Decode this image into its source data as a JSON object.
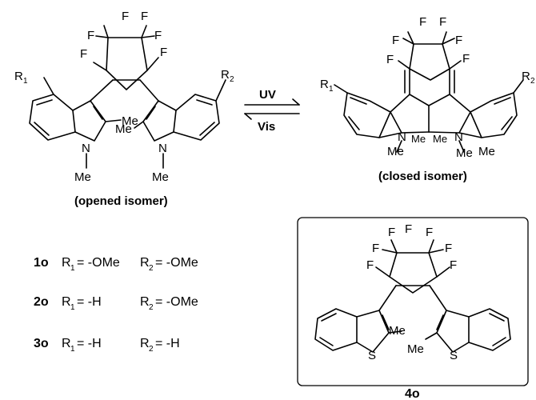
{
  "reaction": {
    "forward_label": "UV",
    "reverse_label": "Vis"
  },
  "opened": {
    "caption": "(opened isomer)",
    "r1": "R",
    "r1_sub": "1",
    "r2": "R",
    "r2_sub": "2",
    "me": "Me",
    "n": "N",
    "f": "F"
  },
  "closed": {
    "caption": "(closed isomer)",
    "r1": "R",
    "r1_sub": "1",
    "r2": "R",
    "r2_sub": "2",
    "me": "Me",
    "n": "N",
    "f": "F"
  },
  "compounds": [
    {
      "id": "1o",
      "r1_prefix": "R",
      "r1_sub": "1",
      "r1_value": "= -OMe",
      "r2_prefix": "R",
      "r2_sub": "2",
      "r2_value": "= -OMe"
    },
    {
      "id": "2o",
      "r1_prefix": "R",
      "r1_sub": "1",
      "r1_value": "=  -H",
      "r2_prefix": "R",
      "r2_sub": "2",
      "r2_value": "=  -OMe"
    },
    {
      "id": "3o",
      "r1_prefix": "R",
      "r1_sub": "1",
      "r1_value": "=  -H",
      "r2_prefix": "R",
      "r2_sub": "2",
      "r2_value": "=   -H"
    }
  ],
  "boxed_compound": {
    "id": "4o",
    "s": "S",
    "me": "Me",
    "f": "F"
  }
}
